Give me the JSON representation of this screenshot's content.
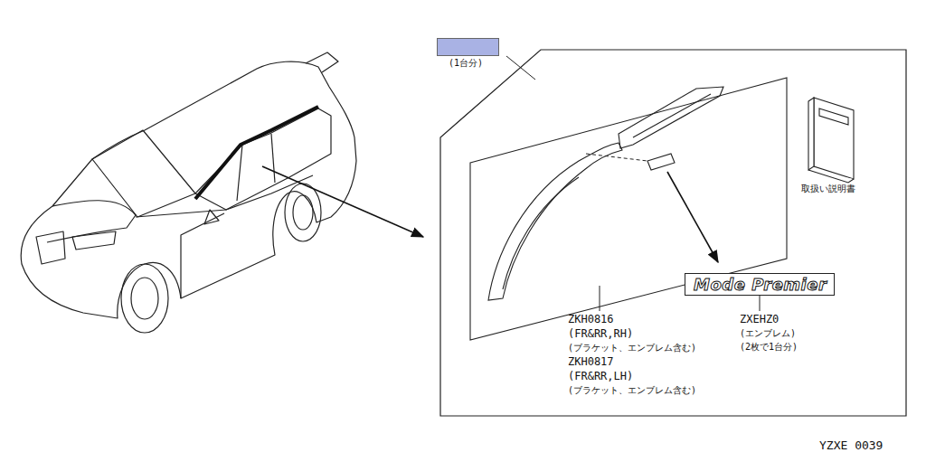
{
  "diagram": {
    "nodes": [
      {
        "text": [
          "(1台分)"
        ]
      },
      {
        "text": [
          "Mode Premier"
        ]
      }
    ],
    "labels": [
      "ZKH0816",
      "(FR&RR,RH)",
      "(ブラケット、エンブレム含む)",
      "ZKH0817",
      "(FR&RR,LH)",
      "(ブラケット、エンブレム含む)",
      "ZXEHZ0",
      "(エンブレム)",
      "(2枚で1台分)",
      "取扱い説明書",
      "YZXE 0039"
    ]
  }
}
